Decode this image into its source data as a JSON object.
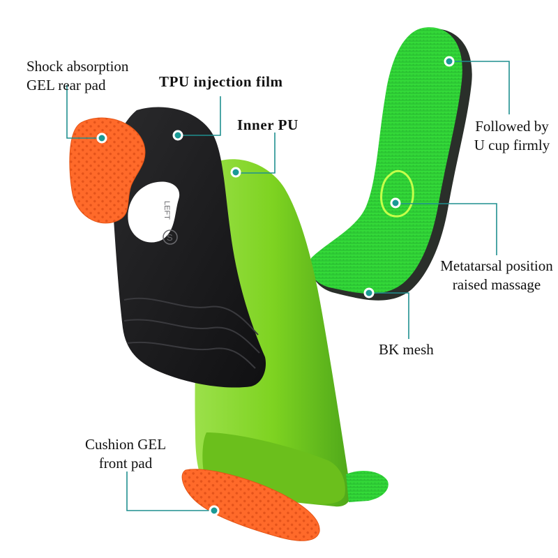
{
  "colors": {
    "leader": "#1f8f8f",
    "marker_ring": "#ffffff",
    "marker_fill": "#1a9a95",
    "green_main": "#7ed321",
    "green_dark": "#4caf1e",
    "black_shell": "#1c1c1e",
    "gel_orange": "#ff6a2a"
  },
  "callouts": {
    "shock_pad": {
      "line1": "Shock absorption",
      "line2": "GEL rear pad"
    },
    "tpu_film": {
      "text": "TPU injection film"
    },
    "inner_pu": {
      "text": "Inner PU"
    },
    "u_cup": {
      "line1": "Followed by",
      "line2": "U cup firmly"
    },
    "metatarsal": {
      "line1": "Metatarsal position",
      "line2": "raised massage"
    },
    "bk_mesh": {
      "text": "BK mesh"
    },
    "cushion_pad": {
      "line1": "Cushion GEL",
      "line2": "front pad"
    }
  },
  "shell_marks": {
    "side_text": "LEFT",
    "size_text": "S"
  }
}
